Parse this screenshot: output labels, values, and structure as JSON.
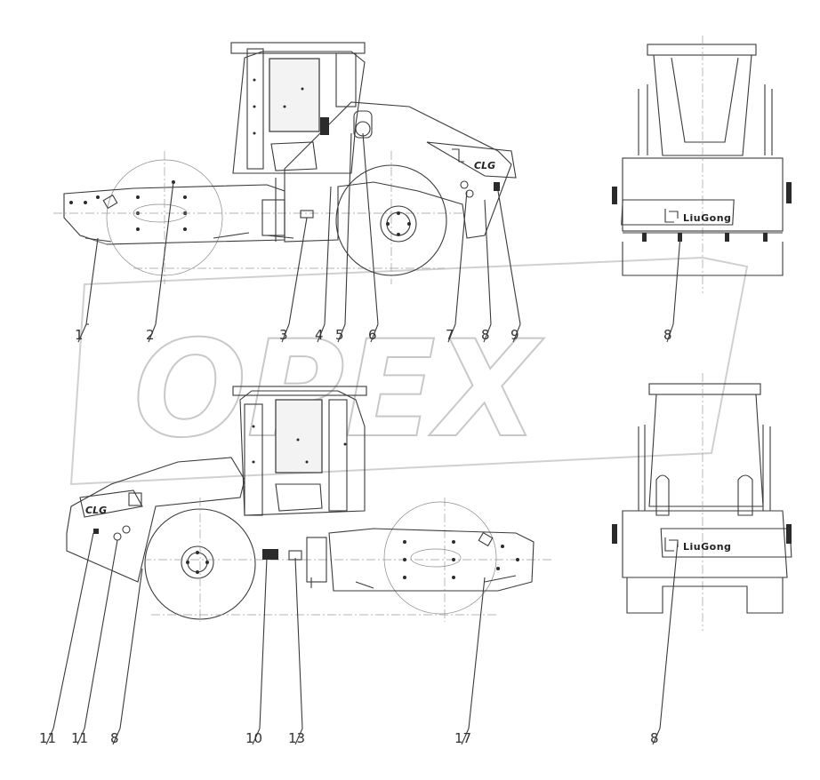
{
  "watermark": {
    "text": "OPEX"
  },
  "branding": {
    "brand": "LiuGong",
    "model_badge": "CLG"
  },
  "callouts": {
    "top_side": [
      "1",
      "2",
      "3",
      "4",
      "5",
      "6",
      "7",
      "8",
      "9"
    ],
    "top_rear": [
      "8"
    ],
    "bottom_side": [
      "11",
      "11",
      "8",
      "10",
      "13",
      "17"
    ],
    "bottom_front": [
      "8"
    ]
  }
}
